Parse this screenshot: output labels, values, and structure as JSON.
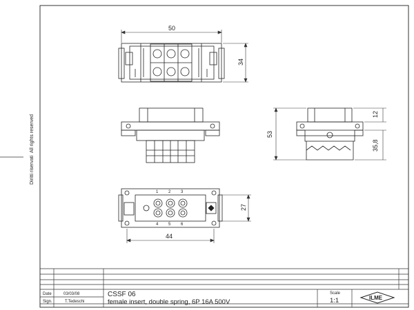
{
  "side_notes": {
    "rights_it": "Diritti riservati",
    "rights_en": "All rights reserved"
  },
  "dimensions": {
    "top_width": "50",
    "top_height": "34",
    "side_height": "53",
    "side_top": "12",
    "side_bottom": "35,8",
    "bottom_width": "44",
    "bottom_height": "27"
  },
  "pin_numbers": {
    "top_row": [
      "1",
      "2",
      "3"
    ],
    "bottom_row": [
      "4",
      "5",
      "6"
    ]
  },
  "title_block": {
    "date_label": "Date",
    "date_value": "03/03/08",
    "sign_label": "Sign.",
    "sign_value": "T.Tedeschi",
    "part_code": "CSSF 06",
    "description": "female insert, double spring,  6P 16A 500V",
    "scale_label": "Scale",
    "scale_value": "1:1",
    "logo_text": "ILME"
  }
}
